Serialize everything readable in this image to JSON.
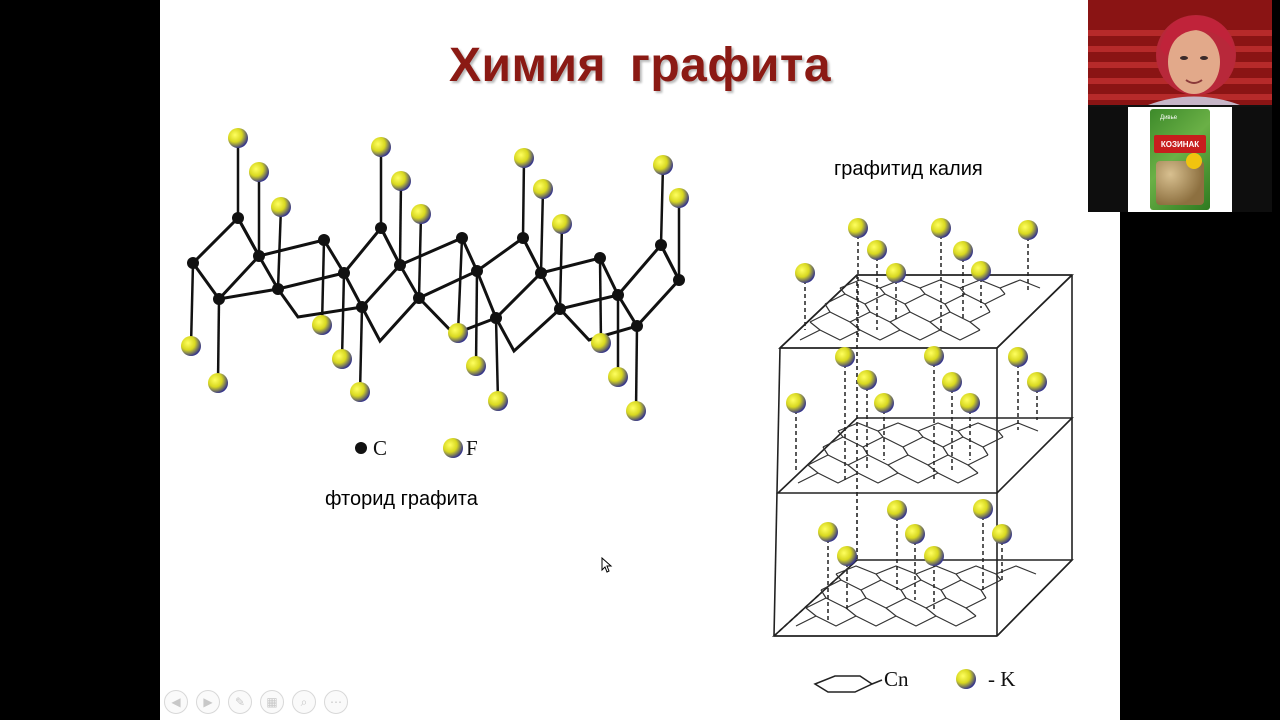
{
  "slide": {
    "title": "Химия  графита",
    "left_caption": "фторид графита",
    "right_caption": "графитид калия",
    "legend_c": "C",
    "legend_f": "F",
    "legend_cn": "Cn",
    "legend_k": "K",
    "legend_cn_prefix": "-",
    "legend_k_prefix": "- K"
  },
  "toolbar": {
    "buttons": [
      {
        "name": "prev-button",
        "glyph": "◀"
      },
      {
        "name": "next-button",
        "glyph": "▶"
      },
      {
        "name": "pen-button",
        "glyph": "✎"
      },
      {
        "name": "slides-button",
        "glyph": "▦"
      },
      {
        "name": "zoom-button",
        "glyph": "⌕"
      },
      {
        "name": "more-button",
        "glyph": "⋯"
      }
    ]
  },
  "video_panel": {
    "pack_brand": "КОЗИНАК",
    "pack_top": "Дивье"
  },
  "colors": {
    "title": "#8b1a14",
    "atom_fill_yellow": "#e6e61a",
    "atom_fill_blue": "#3a3aa0",
    "carbon": "#111111"
  }
}
